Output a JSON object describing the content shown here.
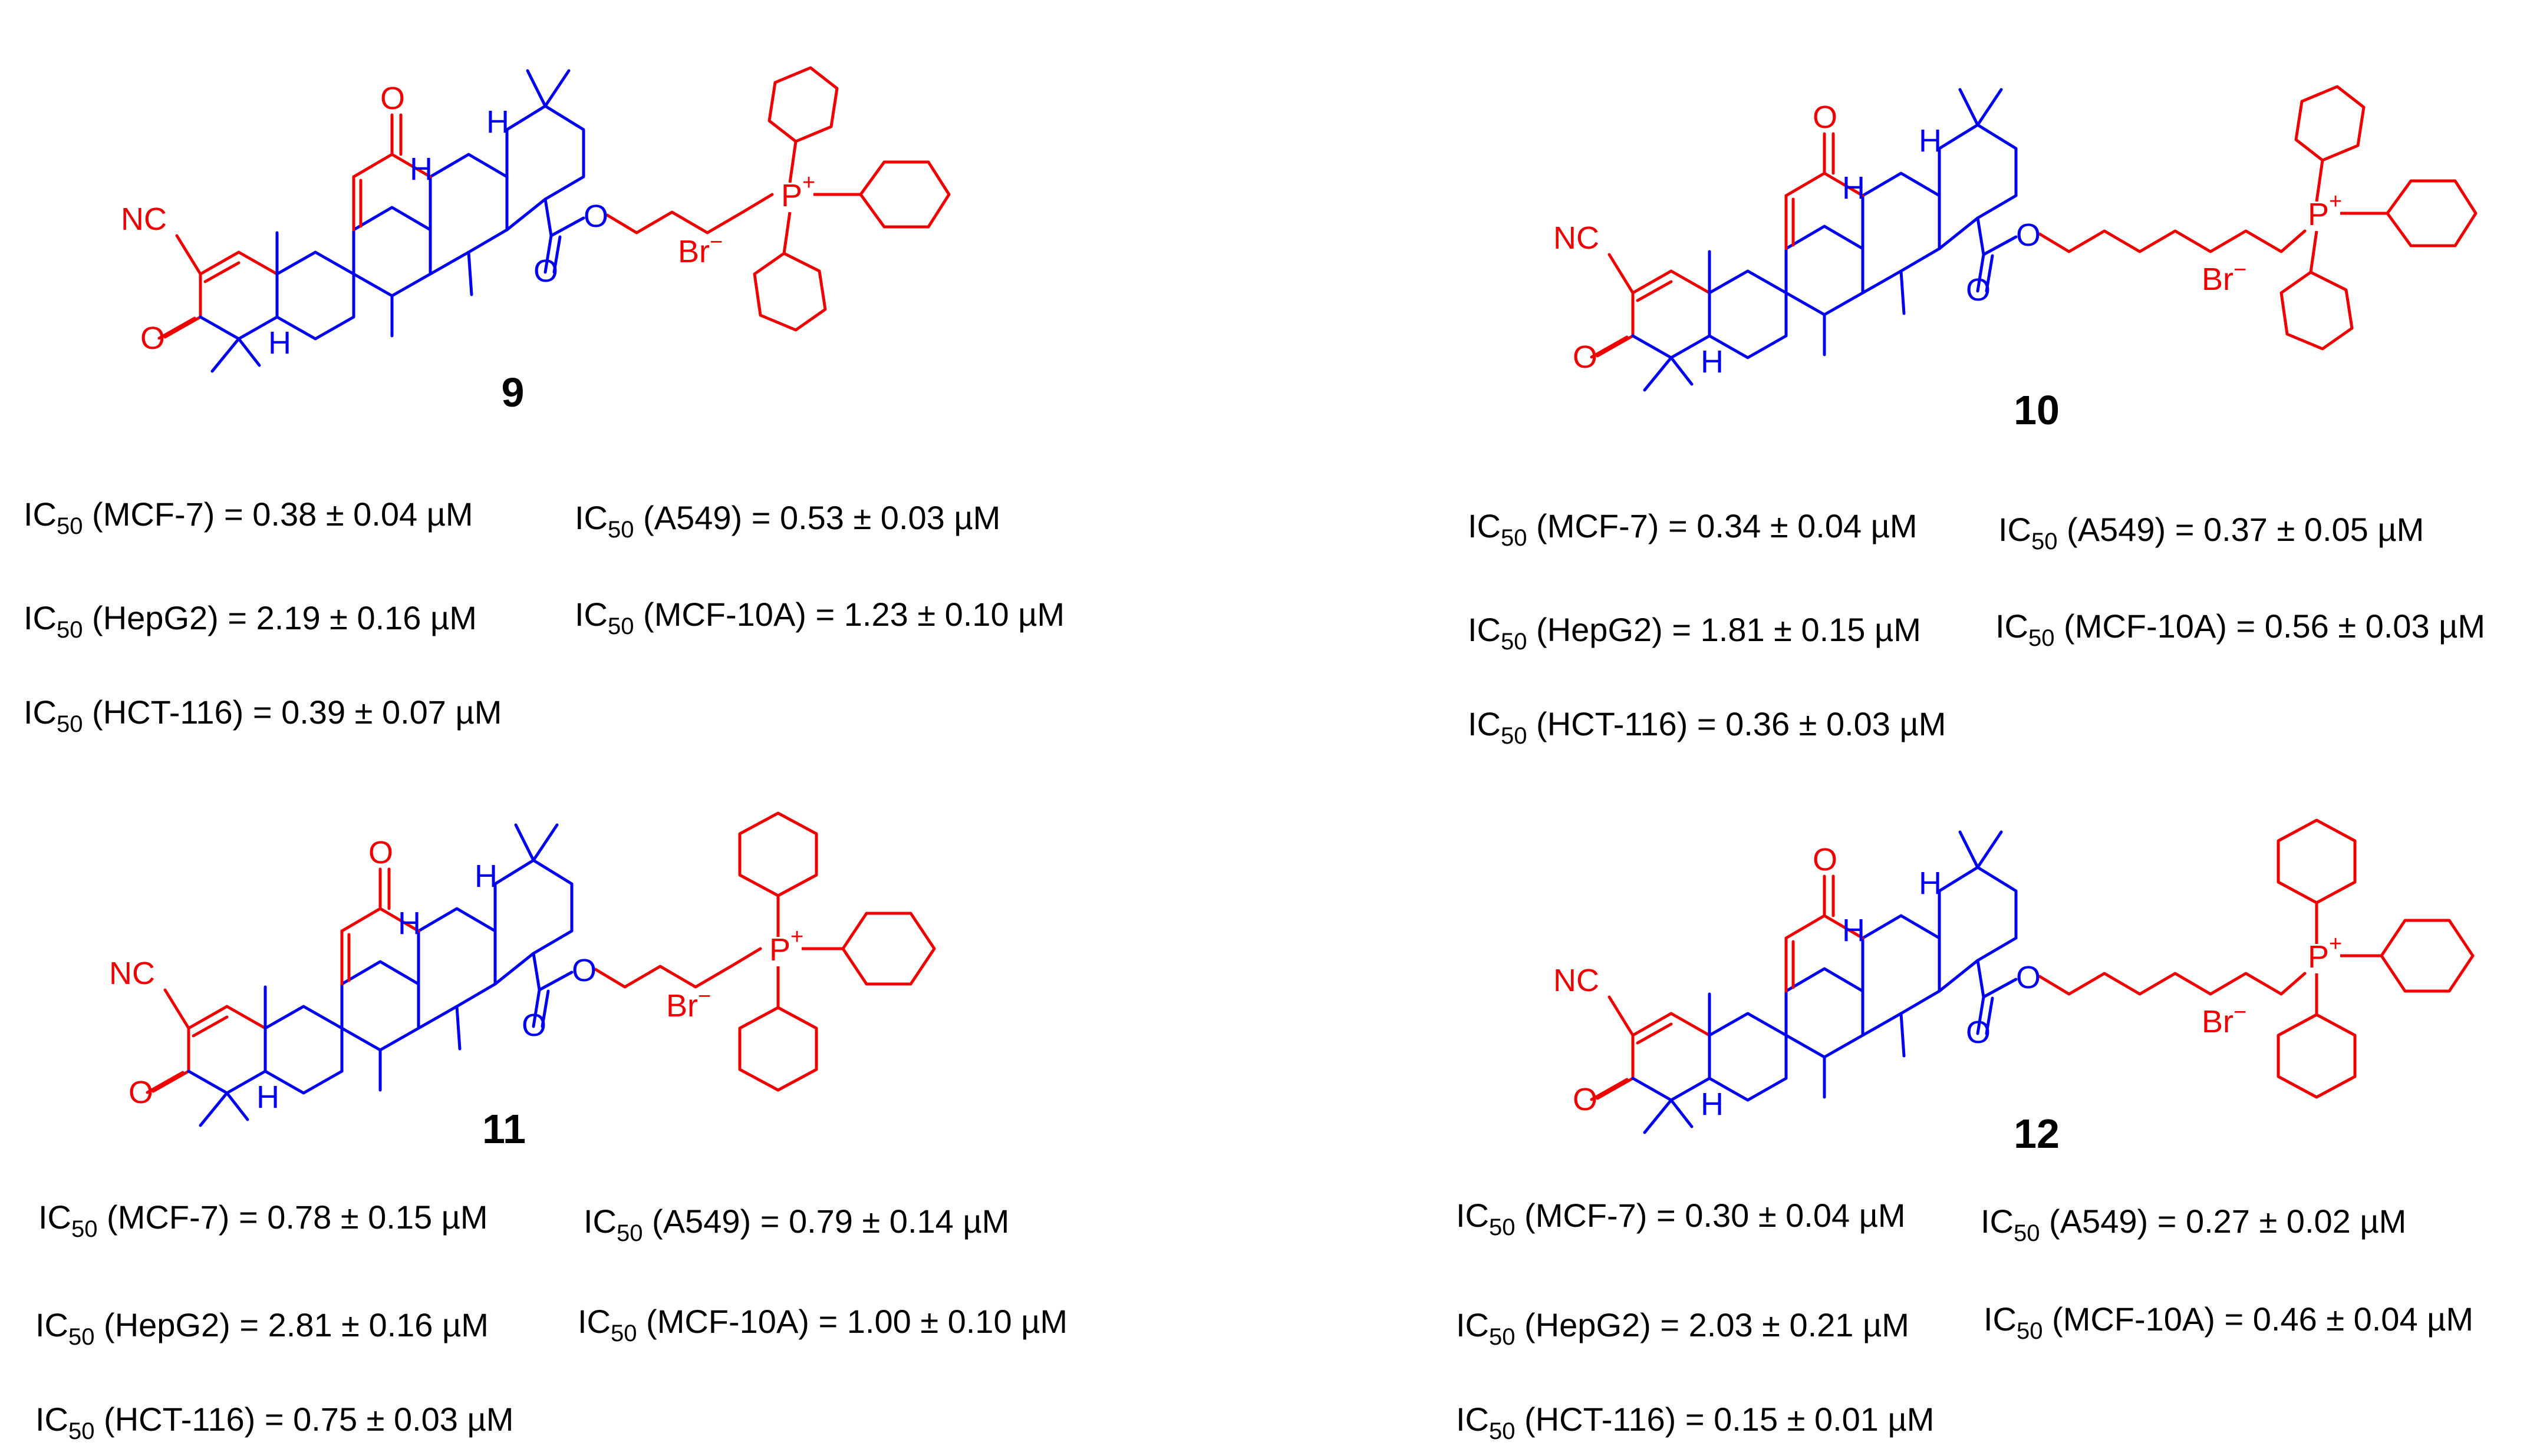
{
  "colors": {
    "red": "#ee0000",
    "blue": "#0000ee",
    "black": "#000000"
  },
  "atom_labels": {
    "nitrile": "NC",
    "oxygen": "O",
    "hydrogen": "H",
    "phosphorus": "P",
    "bromide": "Br",
    "plus": "+",
    "minus": "−"
  },
  "compounds": [
    {
      "number": "9",
      "ic50": [
        {
          "prefix": "IC",
          "sub": "50",
          "text": " (MCF-7) = 0.38 ± 0.04 µM"
        },
        {
          "prefix": "IC",
          "sub": "50",
          "text": " (A549) = 0.53 ± 0.03 µM"
        },
        {
          "prefix": "IC",
          "sub": "50",
          "text": " (HepG2) = 2.19 ± 0.16 µM"
        },
        {
          "prefix": "IC",
          "sub": "50",
          "text": " (MCF-10A) = 1.23 ± 0.10 µM"
        },
        {
          "prefix": "IC",
          "sub": "50",
          "text": " (HCT-116) = 0.39 ± 0.07 µM"
        }
      ]
    },
    {
      "number": "10",
      "ic50": [
        {
          "prefix": "IC",
          "sub": "50",
          "text": " (MCF-7) = 0.34 ± 0.04 µM"
        },
        {
          "prefix": "IC",
          "sub": "50",
          "text": " (A549) = 0.37 ± 0.05 µM"
        },
        {
          "prefix": "IC",
          "sub": "50",
          "text": " (HepG2) = 1.81 ± 0.15 µM"
        },
        {
          "prefix": "IC",
          "sub": "50",
          "text": " (MCF-10A) = 0.56 ± 0.03 µM"
        },
        {
          "prefix": "IC",
          "sub": "50",
          "text": " (HCT-116) = 0.36 ± 0.03 µM"
        }
      ]
    },
    {
      "number": "11",
      "ic50": [
        {
          "prefix": "IC",
          "sub": "50",
          "text": " (MCF-7) = 0.78 ± 0.15 µM"
        },
        {
          "prefix": "IC",
          "sub": "50",
          "text": " (A549) = 0.79 ± 0.14 µM"
        },
        {
          "prefix": "IC",
          "sub": "50",
          "text": " (HepG2) = 2.81 ± 0.16 µM"
        },
        {
          "prefix": "IC",
          "sub": "50",
          "text": " (MCF-10A) = 1.00 ± 0.10 µM"
        },
        {
          "prefix": "IC",
          "sub": "50",
          "text": " (HCT-116) = 0.75 ± 0.03 µM"
        }
      ]
    },
    {
      "number": "12",
      "ic50": [
        {
          "prefix": "IC",
          "sub": "50",
          "text": " (MCF-7) = 0.30 ± 0.04 µM"
        },
        {
          "prefix": "IC",
          "sub": "50",
          "text": " (A549) = 0.27 ± 0.02 µM"
        },
        {
          "prefix": "IC",
          "sub": "50",
          "text": " (HepG2) = 2.03 ± 0.21 µM"
        },
        {
          "prefix": "IC",
          "sub": "50",
          "text": " (MCF-10A) = 0.46 ± 0.04 µM"
        },
        {
          "prefix": "IC",
          "sub": "50",
          "text": " (HCT-116) = 0.15 ± 0.01 µM"
        }
      ]
    }
  ]
}
